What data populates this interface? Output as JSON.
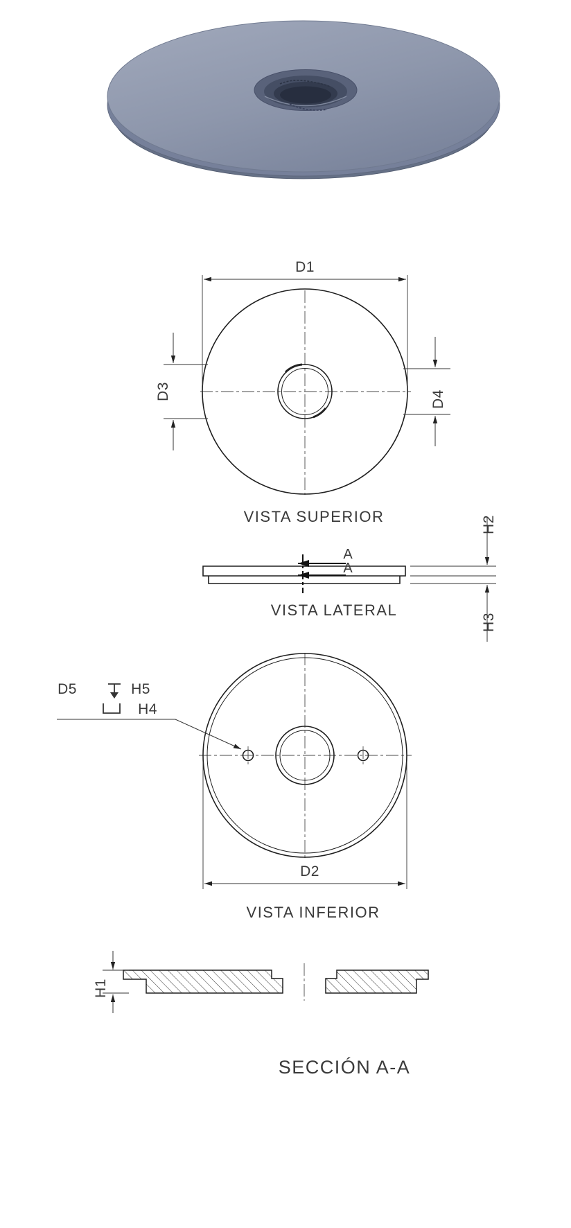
{
  "views": {
    "superior": {
      "label": "VISTA SUPERIOR",
      "dims": {
        "d1": "D1",
        "d3": "D3",
        "d4": "D4"
      }
    },
    "lateral": {
      "label": "VISTA LATERAL",
      "dims": {
        "h2": "H2",
        "h3": "H3"
      },
      "section_marks": {
        "top": "A",
        "bottom": "A"
      }
    },
    "inferior": {
      "label": "VISTA INFERIOR",
      "dims": {
        "d2": "D2"
      },
      "callout": {
        "diameter": "D5",
        "depth": "H5",
        "counterbore_depth": "H4"
      }
    },
    "section": {
      "label": "SECCIÓN A-A",
      "dims": {
        "h1": "H1"
      }
    }
  },
  "symbols": {
    "depth_icon": "↧",
    "counterbore_icon": "⌴"
  },
  "colors": {
    "line": "#1f1f1f",
    "text": "#3a3a3a",
    "centerline": "#4a4a4a",
    "render_body": "#8e97ac",
    "render_rim": "#657086",
    "render_hole": "#272e3f"
  }
}
